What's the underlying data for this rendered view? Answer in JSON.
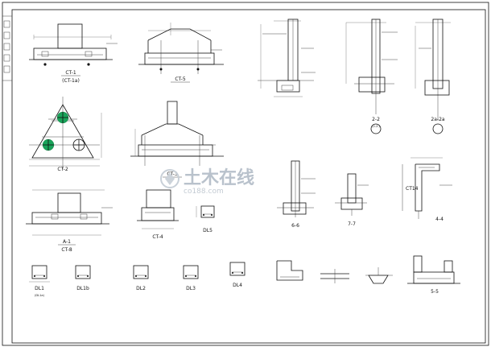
{
  "labels": {
    "ct1": "CT-1",
    "ct1_sub": "(CT-1a)",
    "ct5": "CT-5",
    "s22": "2-2",
    "s22_note": "(2-2')",
    "s2a": "2a-2a",
    "ct2": "CT-2",
    "ct3": "CT-3",
    "s66": "6-6",
    "s77": "7-7",
    "ct14": "CT14",
    "s44": "4-4",
    "a1": "A-1",
    "ct8": "CT-8",
    "ct4": "CT-4",
    "dl5": "DL5",
    "dl1": "DL1",
    "dl1_sub": "(DL1a)",
    "dl1b": "DL1b",
    "dl2": "DL2",
    "dl3": "DL3",
    "dl4": "DL4",
    "s55": "5-5",
    "note_1": "",
    "note_2": "",
    "note_3": "",
    "note_4": ""
  },
  "watermark": {
    "brand": "土木在线",
    "url": "co188.com"
  }
}
